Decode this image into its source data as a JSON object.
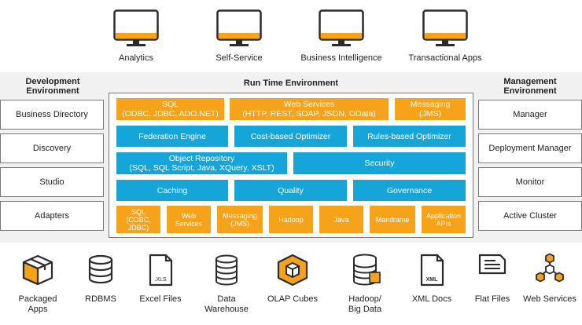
{
  "consumers": [
    "Analytics",
    "Self-Service",
    "Business Intelligence",
    "Transactional Apps"
  ],
  "dev": {
    "title_line1": "Development",
    "title_line2": "Environment",
    "items": [
      "Business Directory",
      "Discovery",
      "Studio",
      "Adapters"
    ]
  },
  "runtime": {
    "title": "Run Time Environment",
    "row1": [
      {
        "line1": "SQL",
        "line2": "(ODBC, JDBC, ADO.NET)"
      },
      {
        "line1": "Web Services",
        "line2": "(HTTP, REST, SOAP, JSON, OData)"
      },
      {
        "line1": "Messaging",
        "line2": "(JMS)"
      }
    ],
    "row2": [
      "Federation Engine",
      "Cost-based Optimizer",
      "Rules-based Optimizer"
    ],
    "row3": [
      {
        "line1": "Object Repository",
        "line2": "(SQL, SQL Script, Java, XQuery, XSLT)"
      },
      {
        "line1": "Security"
      }
    ],
    "row4": [
      "Caching",
      "Quality",
      "Governance"
    ],
    "row5": [
      {
        "line1": "SQL",
        "line2": "(ODBC,",
        "line3": "JDBC)"
      },
      {
        "line1": "Web",
        "line2": "Services"
      },
      {
        "line1": "Messaging",
        "line2": "(JMS)"
      },
      {
        "line1": "Hadoop"
      },
      {
        "line1": "Java"
      },
      {
        "line1": "Mainframe"
      },
      {
        "line1": "Application",
        "line2": "APIs"
      }
    ]
  },
  "mgmt": {
    "title_line1": "Management",
    "title_line2": "Environment",
    "items": [
      "Manager",
      "Deployment Manager",
      "Monitor",
      "Active Cluster"
    ]
  },
  "sources": [
    {
      "line1": "Packaged",
      "line2": "Apps",
      "icon": "package-icon"
    },
    {
      "line1": "RDBMS",
      "line2": "",
      "icon": "database-icon"
    },
    {
      "line1": "Excel Files",
      "line2": "",
      "icon": "xls-file-icon",
      "file_tag": ".XLS"
    },
    {
      "line1": "Data",
      "line2": "Warehouse",
      "icon": "warehouse-icon"
    },
    {
      "line1": "OLAP Cubes",
      "line2": "",
      "icon": "cube-icon"
    },
    {
      "line1": "Hadoop/",
      "line2": "Big Data",
      "icon": "hadoop-icon"
    },
    {
      "line1": "XML Docs",
      "line2": "",
      "icon": "xml-file-icon",
      "file_tag": "XML"
    },
    {
      "line1": "Flat Files",
      "line2": "",
      "icon": "flat-file-icon"
    },
    {
      "line1": "Web Services",
      "line2": "",
      "icon": "web-services-icon"
    }
  ],
  "colors": {
    "orange": "#f7a21b",
    "blue": "#16a5d8",
    "dark": "#2b2b2b",
    "band": "#f1f1f1"
  }
}
